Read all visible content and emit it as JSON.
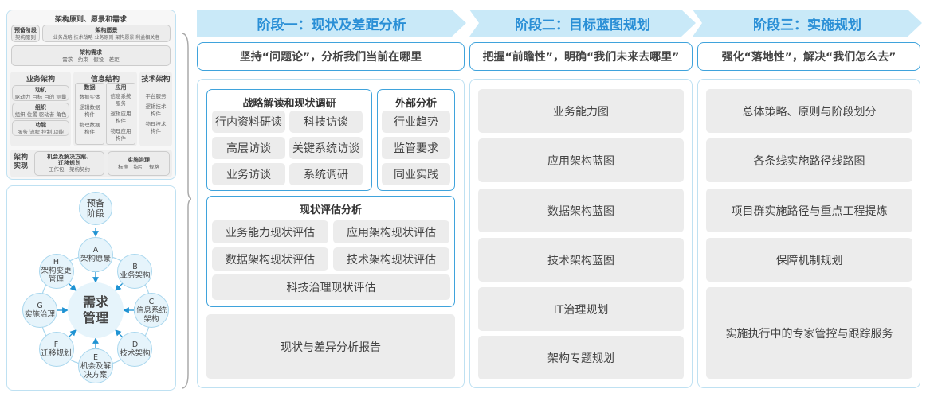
{
  "left_top": {
    "title": "架构原则、愿景和需求",
    "prep": {
      "title": "预备阶段",
      "text": "架构原则"
    },
    "vision": {
      "title": "架构愿景",
      "text": "业务战略 技术战略 业务原则 架构愿景 利益相关者"
    },
    "req": {
      "title": "架构需求",
      "text": "需求　约束　假设　差距"
    },
    "biz": {
      "title": "业务架构",
      "items": [
        {
          "t": "动机",
          "d": "驱动力 目标 目的 测量"
        },
        {
          "t": "组织",
          "d": "组织 位置 驱动者 角色"
        },
        {
          "t": "功能",
          "d": "服务 流程 控制 功能"
        }
      ]
    },
    "info": {
      "title": "信息结构",
      "data": {
        "t": "数据",
        "items": [
          "数据实体",
          "逻辑数据构件",
          "物理数据构件"
        ]
      },
      "app": {
        "t": "应用",
        "items": [
          "信息系统服务",
          "逻辑应用构件",
          "物理应用构件"
        ]
      }
    },
    "tech": {
      "title": "技术架构",
      "items": [
        "平台服务",
        "逻辑技术构件",
        "物理技术构件"
      ]
    },
    "impl": {
      "title": "架构实现",
      "opp": {
        "t": "机会及解决方案、迁移规划",
        "d": "工作包　架构契约"
      },
      "gov": {
        "t": "实施治理",
        "d": "标准　指引　规格"
      }
    }
  },
  "cycle": {
    "prep": "预备阶段",
    "center": "需求管理",
    "nodes": [
      {
        "k": "A",
        "t": "架构愿景"
      },
      {
        "k": "B",
        "t": "业务架构"
      },
      {
        "k": "C",
        "t": "信息系统架构"
      },
      {
        "k": "D",
        "t": "技术架构"
      },
      {
        "k": "E",
        "t": "机会及解决方案"
      },
      {
        "k": "F",
        "t": "迁移规划"
      },
      {
        "k": "G",
        "t": "实施治理"
      },
      {
        "k": "H",
        "t": "架构变更管理"
      }
    ]
  },
  "stages": [
    {
      "title": "阶段一：现状及差距分析",
      "subtitle": "坚持“问题论”，分析我们当前在哪里",
      "strategy": {
        "title": "战略解读和现状调研",
        "items": [
          "行内资料研读",
          "科技访谈",
          "高层访谈",
          "关键系统访谈",
          "业务访谈",
          "系统调研"
        ]
      },
      "external": {
        "title": "外部分析",
        "items": [
          "行业趋势",
          "监管要求",
          "同业实践"
        ]
      },
      "assessment": {
        "title": "现状评估分析",
        "items": [
          "业务能力现状评估",
          "应用架构现状评估",
          "数据架构现状评估",
          "技术架构现状评估",
          "科技治理现状评估"
        ]
      },
      "report": "现状与差异分析报告"
    },
    {
      "title": "阶段二：目标蓝图规划",
      "subtitle": "把握“前瞻性”，明确“我们未来去哪里”",
      "items": [
        "业务能力图",
        "应用架构蓝图",
        "数据架构蓝图",
        "技术架构蓝图",
        "IT治理规划",
        "架构专题规划"
      ]
    },
    {
      "title": "阶段三：实施规划",
      "subtitle": "强化“落地性”，解决“我们怎么去”",
      "items": [
        "总体策略、原则与阶段划分",
        "各条线实施路径线路图",
        "项目群实施路径与重点工程提炼",
        "保障机制规划",
        "实施执行中的专家管控与跟踪服务"
      ]
    }
  ],
  "colors": {
    "accent": "#3fa3dc",
    "header_bg": "#c9e9f8",
    "header_text": "#2a8fd6",
    "item_bg": "#ececec"
  }
}
